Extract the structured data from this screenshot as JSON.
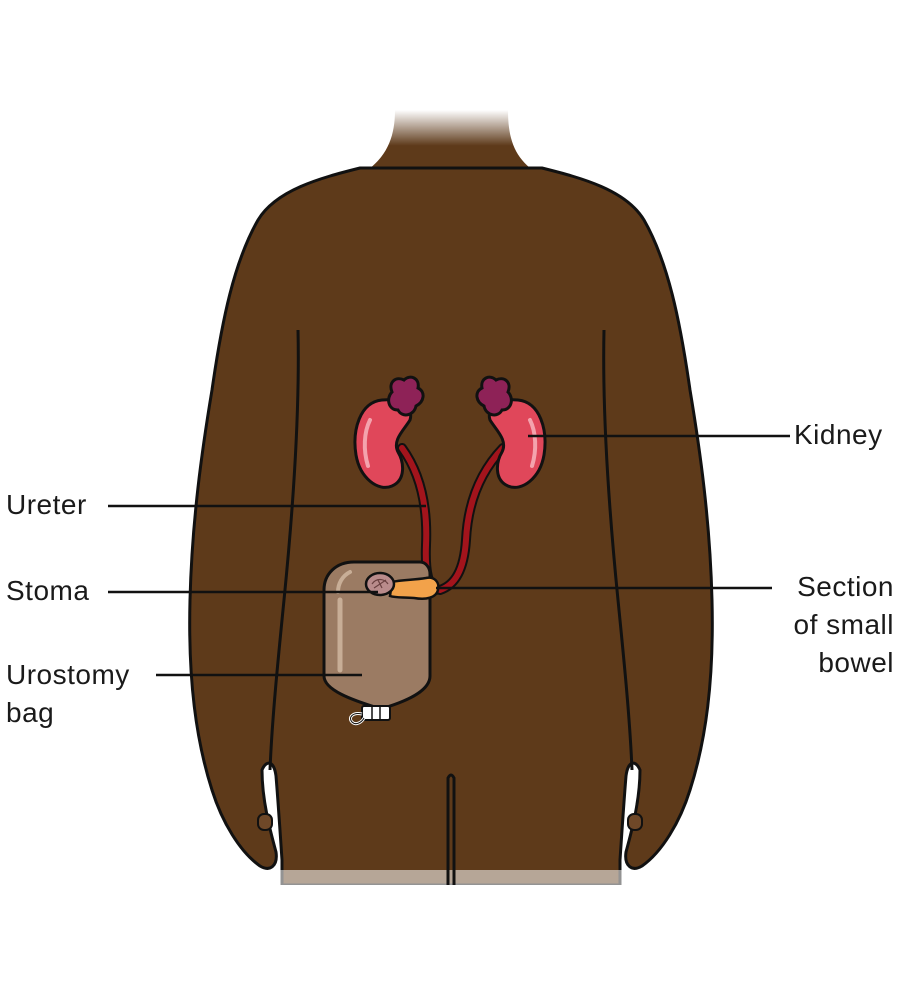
{
  "diagram": {
    "labels": {
      "kidney": "Kidney",
      "ureter": "Ureter",
      "stoma": "Stoma",
      "section_small_bowel": [
        "Section",
        "of small",
        "bowel"
      ],
      "urostomy_bag": [
        "Urostomy",
        "bag"
      ]
    },
    "colors": {
      "skin": "#5e3a1a",
      "outline": "#111111",
      "kidney": "#e0475a",
      "adrenal": "#8e2257",
      "ureter": "#a3141c",
      "bowel_segment": "#f2a24a",
      "bag": "#9b7b63",
      "stoma": "#b98b8b",
      "leader_line": "#111111"
    }
  }
}
